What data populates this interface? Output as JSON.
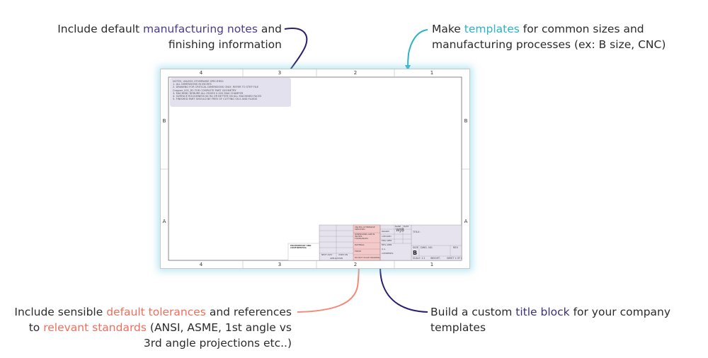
{
  "callouts": {
    "top_left": {
      "pre": "Include default ",
      "hl": "manufacturing notes",
      "post": " and finishing information"
    },
    "top_right": {
      "pre": "Make ",
      "hl": "templates",
      "post": " for common sizes and manufacturing processes (ex: B size, CNC)"
    },
    "bottom_left": {
      "pre": "Include sensible ",
      "hl1": "default tolerances",
      "mid": " and references to ",
      "hl2": "relevant standards",
      "post": " (ANSI, ASME, 1st angle vs 3rd angle projections etc..)"
    },
    "bottom_right": {
      "pre": "Build a custom ",
      "hl": "title block",
      "post": " for your company templates"
    }
  },
  "sheet": {
    "cols_top": [
      "4",
      "3",
      "2",
      "1"
    ],
    "cols_bottom": [
      "4",
      "3",
      "2",
      "1"
    ],
    "rows_left": [
      "B",
      "A"
    ],
    "rows_right": [
      "B",
      "A"
    ],
    "notes": [
      "NOTES, UNLESS OTHERWISE SPECIFIED:",
      "1.   ALL DIMENSIONS IN INCHES",
      "2.   DRAWING FOR CRITICAL DIMENSIONS ONLY, REFER TO STEP FILE",
      "      Cropper_001_R2 FOR COMPLETE PART GEOMETRY",
      "3.   MACHINE/ DEBURR ALL EDGES 0.020 MAX CHAMFER",
      "4.   SURFACE ROUGHNESS 64 RA OR BETTER ON ALL MACHINED FACES",
      "5.   FINISHED PART SHOULD BE FREE OF CUTTING OILS AND FLUIDS"
    ],
    "title_block": {
      "proprietary": "PROPRIETARY AND CONFIDENTIAL",
      "drawn_by": "WJB",
      "title_label": "TITLE:",
      "size_label": "SIZE",
      "dwg_label": "DWG. NO.",
      "rev_label": "REV",
      "size_value": "B",
      "scale": "SCALE: 1:1",
      "weight": "WEIGHT:",
      "sheet": "SHEET 1 OF 1",
      "name_label": "NAME",
      "date_label": "DATE",
      "drawn_label": "DRAWN",
      "checked_label": "CHECKED",
      "eng_appr_label": "ENG APPR.",
      "mfg_appr_label": "MFG APPR.",
      "qa_label": "Q.A.",
      "comments_label": "COMMENTS:",
      "unless_label": "UNLESS OTHERWISE SPECIFIED:",
      "dims_label": "DIMENSIONS ARE IN INCHES",
      "tolerances_label": "TOLERANCES:",
      "material_label": "MATERIAL",
      "finish_label": "FINISH",
      "next_assy": "NEXT ASSY",
      "used_on": "USED ON",
      "application": "APPLICATION",
      "do_not_scale": "DO NOT SCALE DRAWING"
    }
  },
  "colors": {
    "purple": "#4b3a8c",
    "teal": "#2bb3c6",
    "coral": "#f06e5c",
    "navy": "#3b2f7a",
    "notes_bg": "#e4e1ee",
    "tolerance_bg": "#f3c9c9",
    "titleblock_bg": "#e6e3ef"
  }
}
